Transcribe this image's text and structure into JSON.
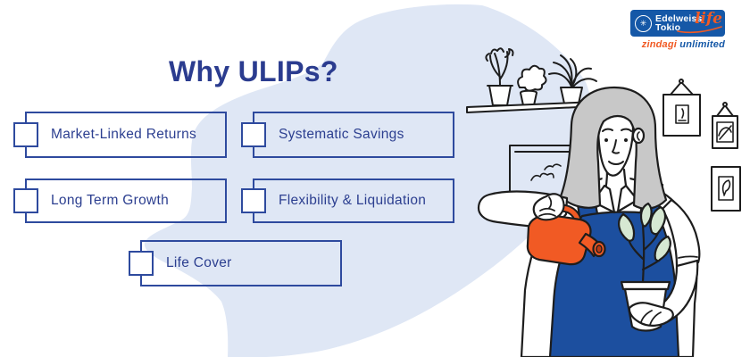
{
  "brand": {
    "icon": "edelweiss-flower-icon",
    "icon_glyph": "✳",
    "name_line1": "Edelweiss",
    "name_line2": "Tokio",
    "name_script": "life",
    "tagline_part1": "zindagi ",
    "tagline_part2": "unlimited",
    "logo_bg_color": "#1558a7",
    "accent_orange": "#f15a24"
  },
  "title": "Why ULIPs?",
  "benefits": [
    {
      "label": "Market-Linked Returns",
      "checked": false
    },
    {
      "label": "Systematic Savings",
      "checked": false
    },
    {
      "label": "Long Term Growth",
      "checked": false
    },
    {
      "label": "Flexibility & Liquidation",
      "checked": false
    },
    {
      "label": "Life Cover",
      "checked": false
    }
  ],
  "illustration": {
    "subject": "woman-in-apron-watering-potted-plant",
    "watering_can_color": "#f15a24",
    "apron_color": "#1c4f9f",
    "leaf_color": "#d6e8d2",
    "hair_color": "#c8c8c8",
    "brush_stroke_color": "#dfe7f5"
  },
  "colors": {
    "title_blue": "#2b3c8f",
    "box_border_blue": "#2e4a9e",
    "label_text_blue": "#2c3f90",
    "line_art": "#1d1d1d"
  }
}
